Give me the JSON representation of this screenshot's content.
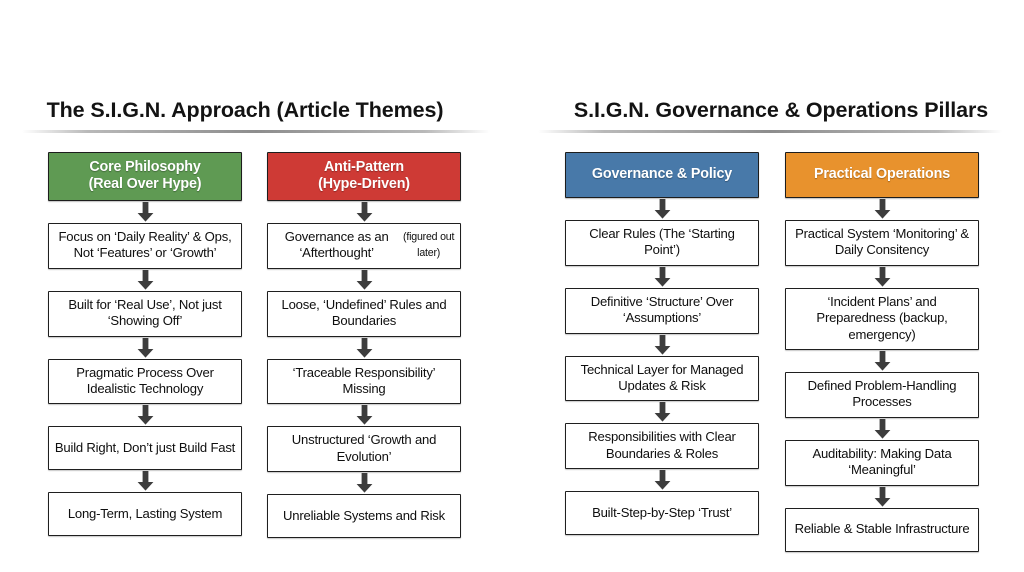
{
  "panels": [
    {
      "title": "The S.I.G.N. Approach (Article Themes)",
      "columns": [
        {
          "header_line1": "Core Philosophy",
          "header_line2": "(Real Over Hype)",
          "header_color": "#5f9a53",
          "nodes": [
            "Focus on ‘Daily Reality’ & Ops, Not ‘Features’ or ‘Growth’",
            "Built for ‘Real Use’, Not just ‘Showing Off’",
            "Pragmatic Process Over Idealistic Technology",
            "Build Right, Don’t just Build Fast",
            "Long-Term, Lasting System"
          ]
        },
        {
          "header_line1": "Anti-Pattern",
          "header_line2": "(Hype-Driven)",
          "header_color": "#ce3a35",
          "nodes": [
            "Governance as an ‘Afterthought’ (figured out later)",
            "Loose, ‘Undefined’ Rules and Boundaries",
            "‘Traceable Responsibility’ Missing",
            "Unstructured ‘Growth and Evolution’",
            "Unreliable Systems and Risk"
          ]
        }
      ]
    },
    {
      "title": "S.I.G.N. Governance & Operations Pillars",
      "columns": [
        {
          "header_line1": "Governance & Policy",
          "header_line2": "",
          "header_color": "#4879a9",
          "nodes": [
            "Clear Rules (The ‘Starting Point’)",
            "Definitive ‘Structure’ Over ‘Assumptions’",
            "Technical Layer for Managed Updates & Risk",
            "Responsibilities with Clear Boundaries & Roles",
            "Built-Step-by-Step ‘Trust’"
          ]
        },
        {
          "header_line1": "Practical Operations",
          "header_line2": "",
          "header_color": "#e8922d",
          "nodes": [
            "Practical System ‘Monitoring’ & Daily Consitency",
            "‘Incident Plans’ and Preparedness (backup, emergency)",
            "Defined Problem-Handling Processes",
            "Auditability: Making Data ‘Meaningful’",
            "Reliable & Stable Infrastructure"
          ]
        }
      ]
    }
  ],
  "arrow": {
    "icon": "arrow-down-icon",
    "color": "#3d3d3d"
  },
  "canvas": {
    "background": "#ffffff"
  }
}
